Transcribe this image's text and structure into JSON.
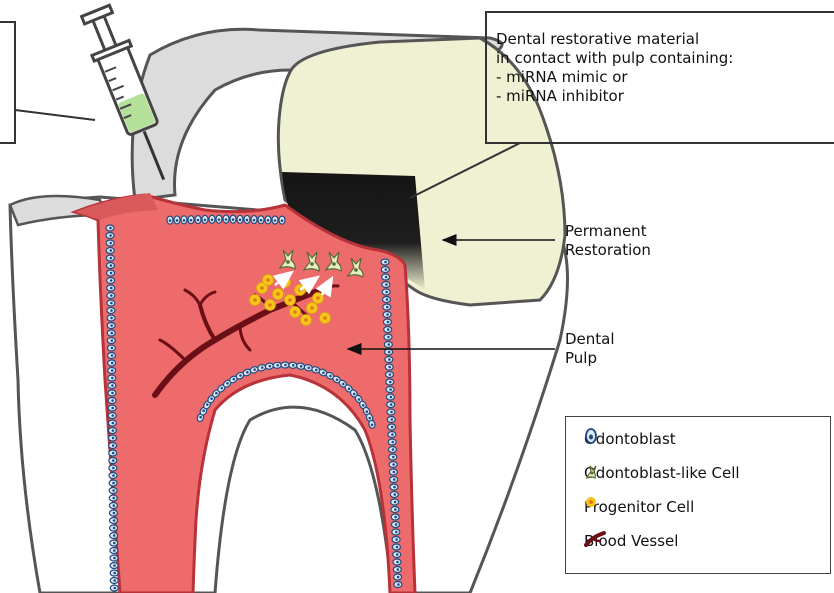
{
  "annotations": {
    "restorative_material": {
      "lines": [
        "Dental restorative material",
        "in contact with pulp containing:",
        "- miRNA mimic or",
        "- miRNA inhibitor"
      ]
    },
    "permanent_restoration": {
      "lines": [
        "Permanent",
        "Restoration"
      ]
    },
    "dental_pulp": {
      "lines": [
        "Dental",
        "Pulp"
      ]
    }
  },
  "legend": {
    "items": [
      {
        "label": "Odontoblast",
        "icon": "odontoblast-icon"
      },
      {
        "label": "Odontoblast-like Cell",
        "icon": "odontoblast-like-cell-icon"
      },
      {
        "label": "Progenitor Cell",
        "icon": "progenitor-cell-icon"
      },
      {
        "label": "Blood Vessel",
        "icon": "blood-vessel-icon"
      }
    ]
  },
  "colors": {
    "pulp": "#ee6b6b",
    "pulp_outline": "#b8323a",
    "restoration": "#eff1d2",
    "dentin": "#ffffff",
    "enamel_gray": "#d9d9d9",
    "material_black": "#1b1b1b",
    "vessel": "#6b0f16",
    "progenitor": "#f5c51e",
    "odontoblast": "#dce9f5",
    "syringe_liquid": "#b5e09a"
  }
}
